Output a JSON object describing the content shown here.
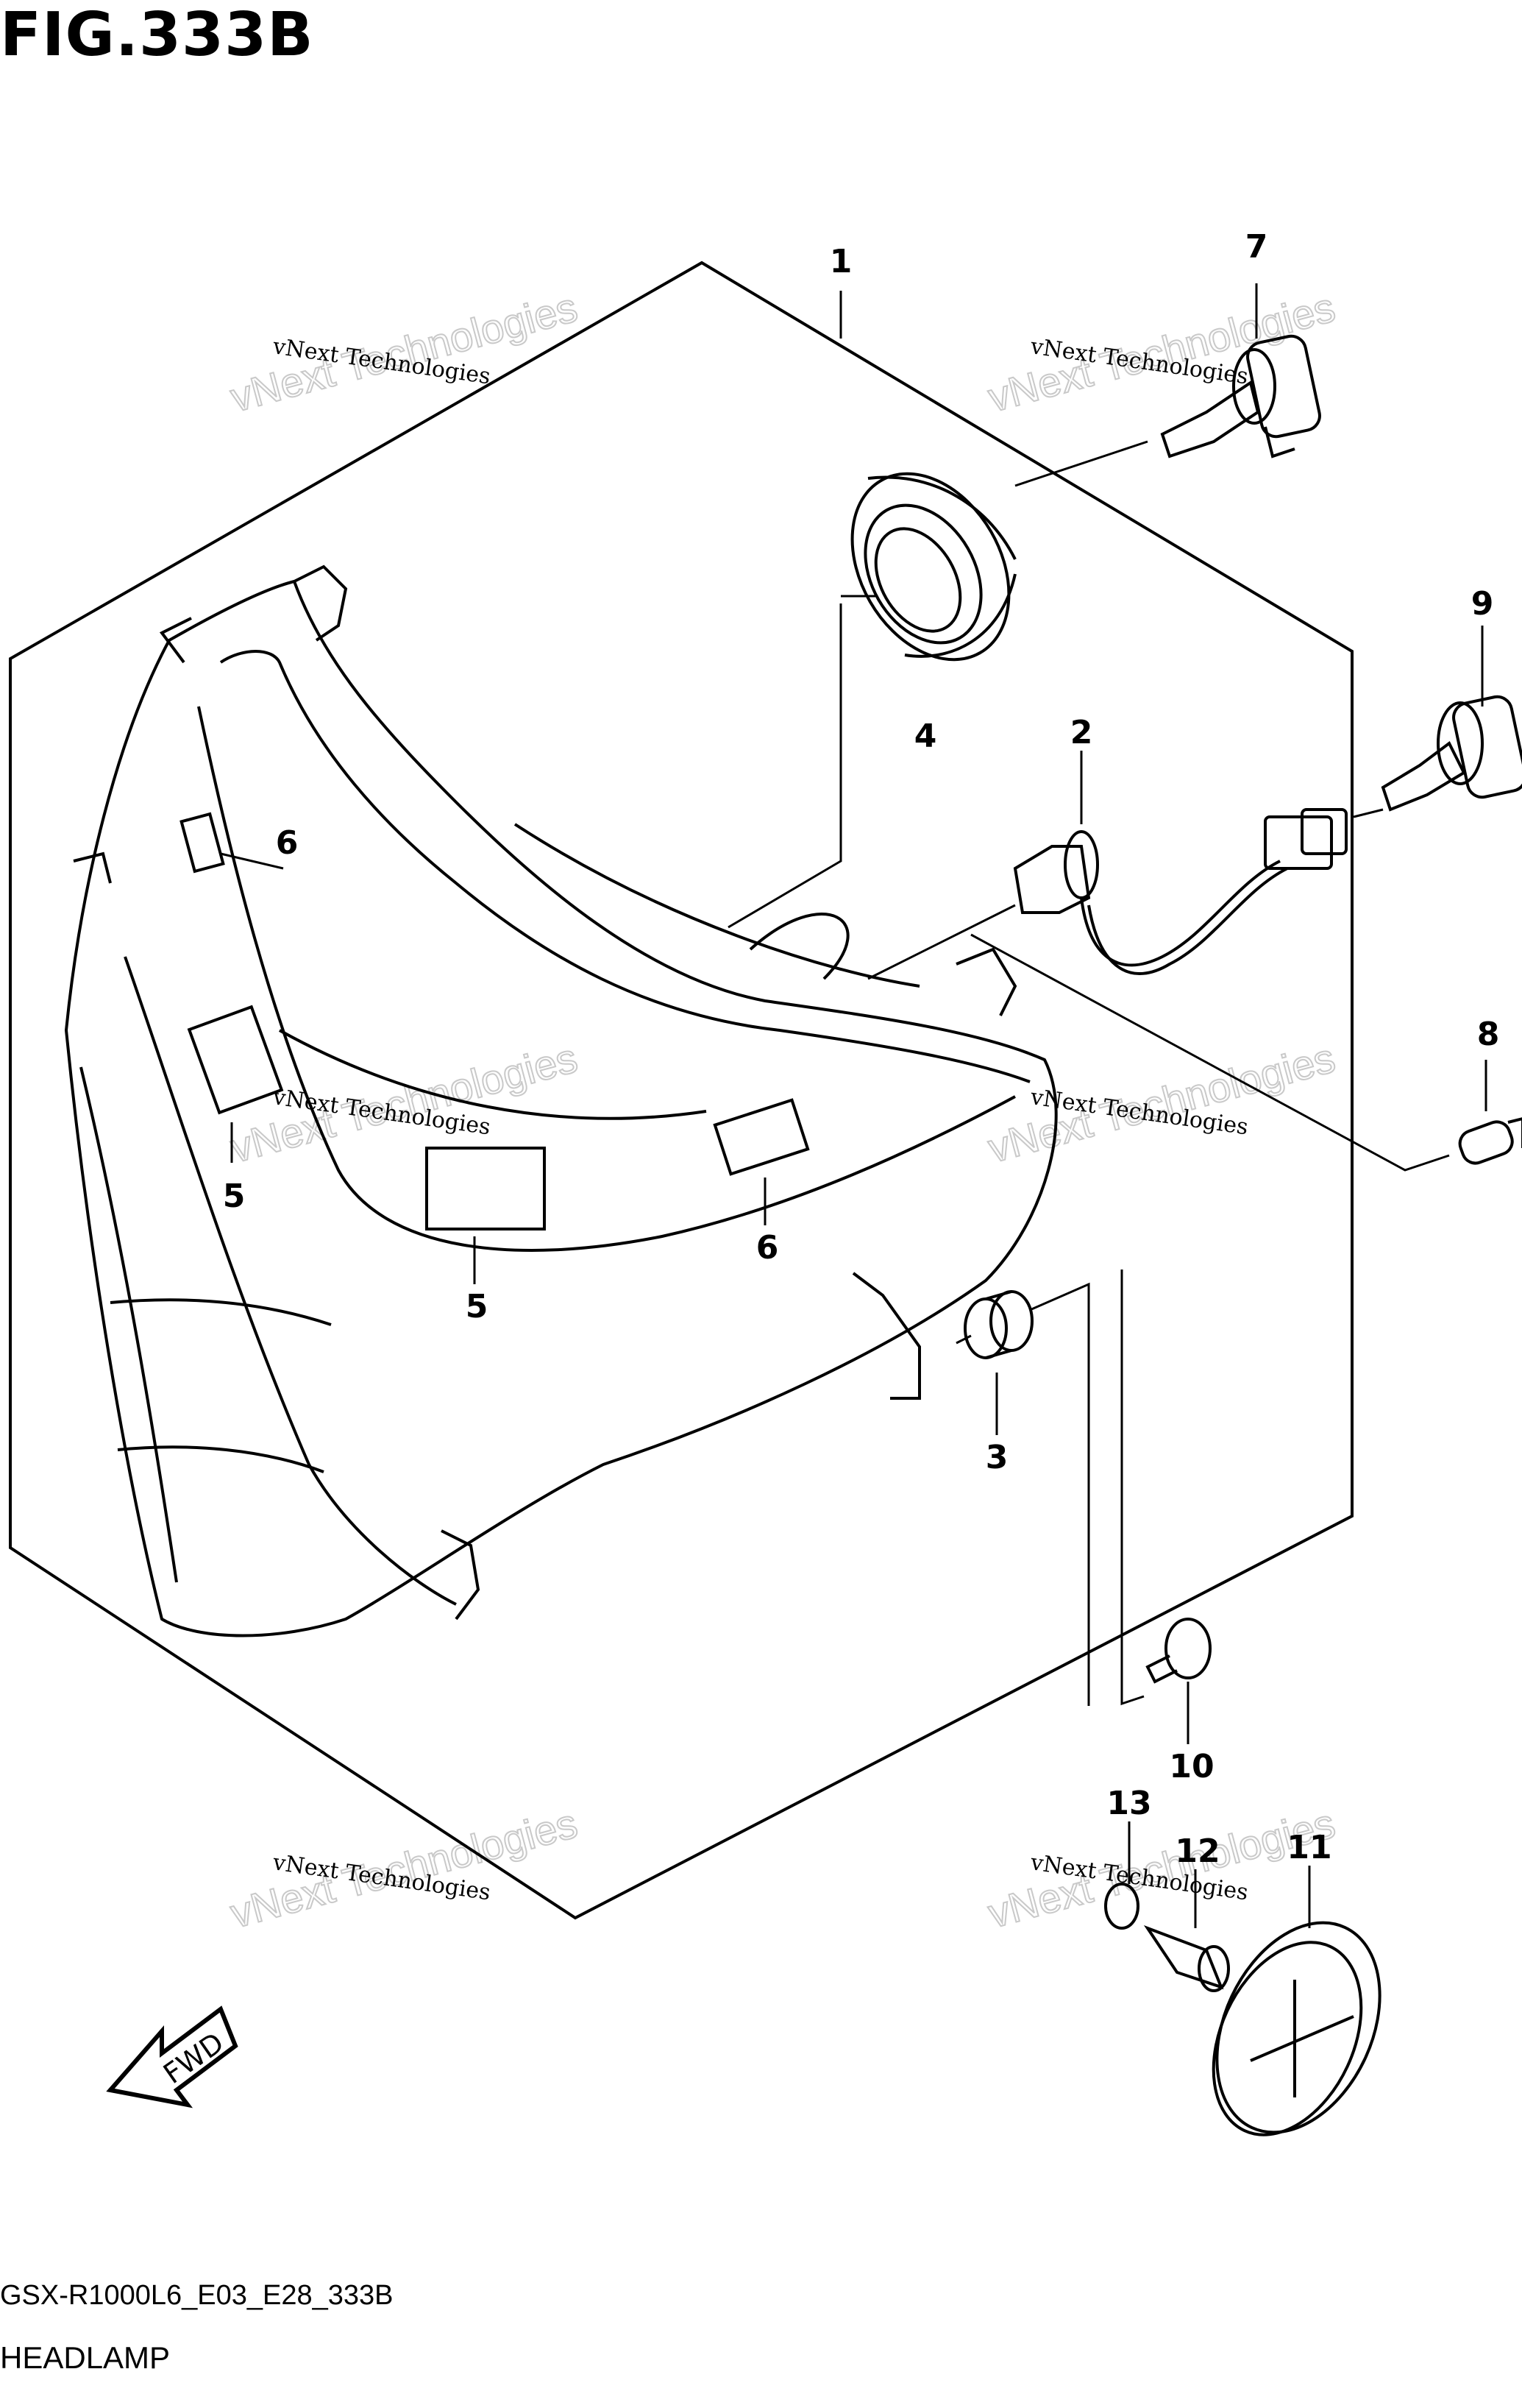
{
  "figure": {
    "title": "FIG.333B",
    "code": "GSX-R1000L6_E03_E28_333B",
    "caption": "HEADLAMP"
  },
  "watermark": {
    "line1": "vNext Technologies",
    "line2": "vNext Technologies"
  },
  "direction_label": "FWD",
  "callouts": [
    "1",
    "2",
    "3",
    "4",
    "5",
    "5",
    "6",
    "6",
    "7",
    "8",
    "9",
    "10",
    "11",
    "12",
    "13"
  ]
}
